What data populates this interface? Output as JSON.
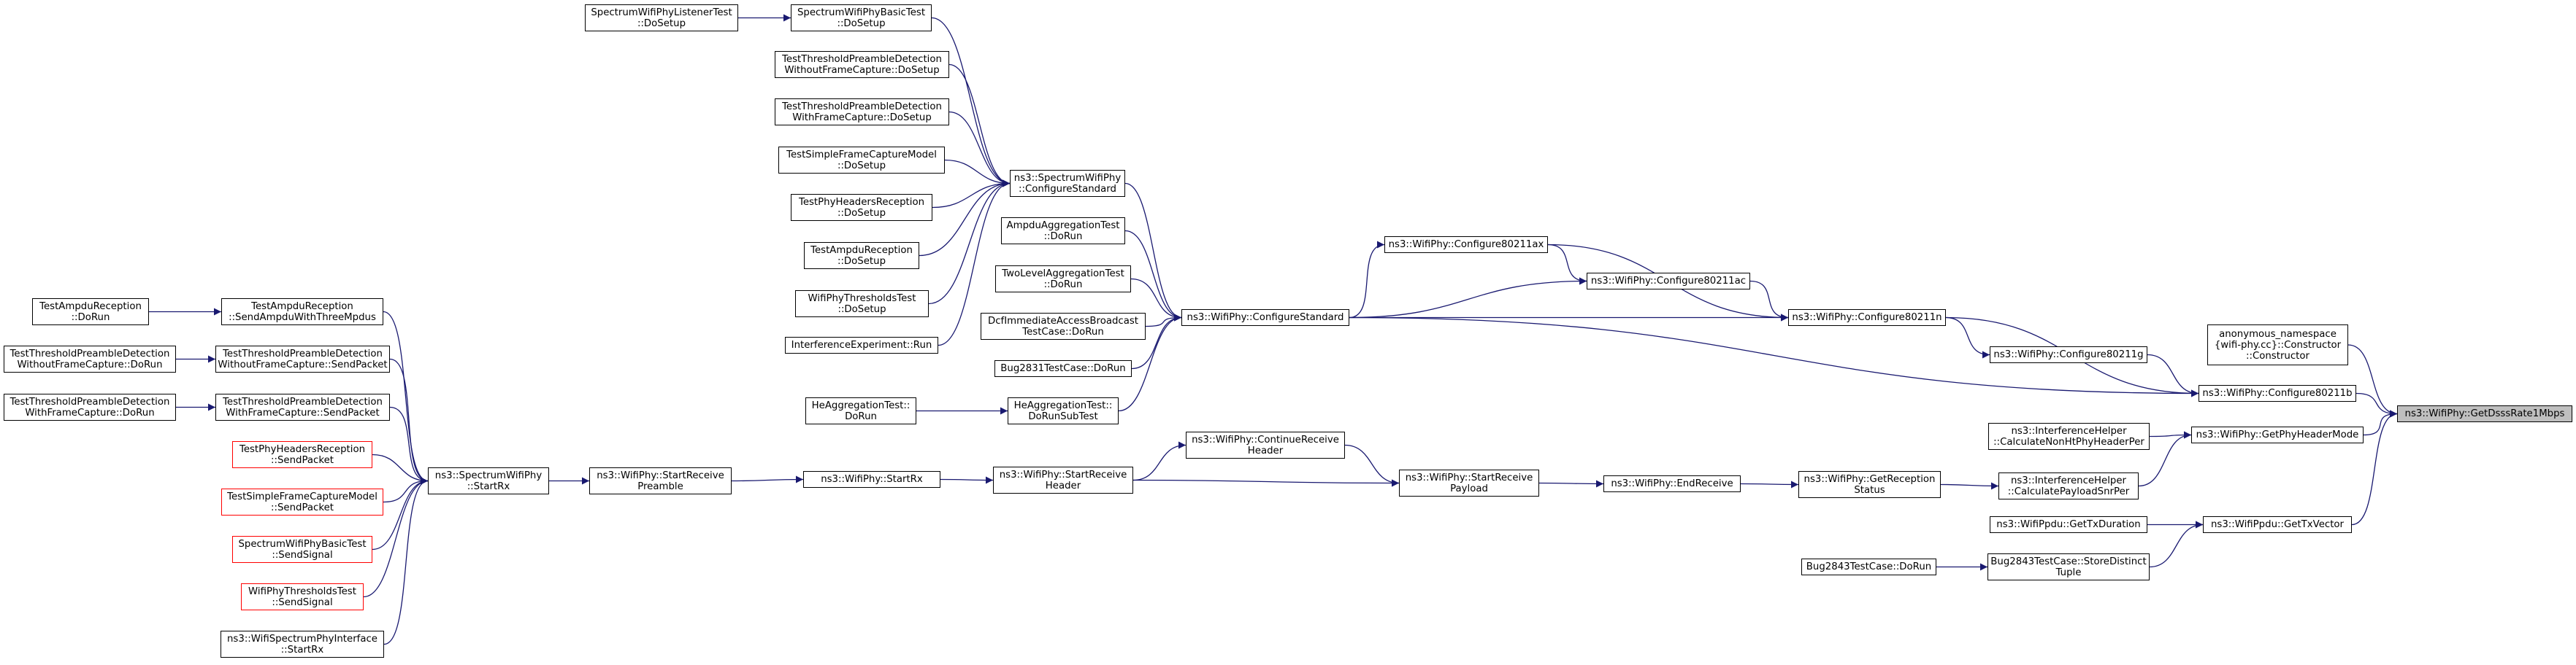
{
  "edge_color": "#191970",
  "root_fill": "#bfbfbf",
  "node_border": "#000000",
  "missing_border": "#ff0000",
  "nodes": {
    "root": "ns3::WifiPhy::GetDsssRate1Mbps",
    "anon_ctor": "anonymous_namespace\n{wifi-phy.cc}::Constructor\n::Constructor",
    "cfg11b": "ns3::WifiPhy::Configure80211b",
    "getPhyHeaderMode": "ns3::WifiPhy::GetPhyHeaderMode",
    "getTxVector": "ns3::WifiPpdu::GetTxVector",
    "cfg11n": "ns3::WifiPhy::Configure80211n",
    "cfg11g": "ns3::WifiPhy::Configure80211g",
    "cfgStd": "ns3::WifiPhy::ConfigureStandard",
    "calcNonHt": "ns3::InterferenceHelper\n::CalculateNonHtPhyHeaderPer",
    "calcPayload": "ns3::InterferenceHelper\n::CalculatePayloadSnrPer",
    "getTxDuration": "ns3::WifiPpdu::GetTxDuration",
    "storeTuple": "Bug2843TestCase::StoreDistinct\nTuple",
    "cfg11ac": "ns3::WifiPhy::Configure80211ac",
    "cfg11ax": "ns3::WifiPhy::Configure80211ax",
    "specCfgStd": "ns3::SpectrumWifiPhy\n::ConfigureStandard",
    "ampduAggTest": "AmpduAggregationTest\n::DoRun",
    "twoLevelAgg": "TwoLevelAggregationTest\n::DoRun",
    "dcfImmediate": "DcfImmediateAccessBroadcast\nTestCase::DoRun",
    "bug2831": "Bug2831TestCase::DoRun",
    "heAggRunSub": "HeAggregationTest::\nDoRunSubTest",
    "heAggRun": "HeAggregationTest::\nDoRun",
    "getRxStatus": "ns3::WifiPhy::GetReception\nStatus",
    "endRx": "ns3::WifiPhy::EndReceive",
    "startRxPayload": "ns3::WifiPhy::StartReceive\nPayload",
    "contRxHeader": "ns3::WifiPhy::ContinueReceive\nHeader",
    "startRxHeader": "ns3::WifiPhy::StartReceive\nHeader",
    "startRx": "ns3::WifiPhy::StartRx",
    "startRxPreamble": "ns3::WifiPhy::StartReceive\nPreamble",
    "specStartRx": "ns3::SpectrumWifiPhy\n::StartRx",
    "bug2843DoRun": "Bug2843TestCase::DoRun",
    "specBasicSetup": "SpectrumWifiPhyBasicTest\n::DoSetup",
    "specListenerSetup": "SpectrumWifiPhyListenerTest\n::DoSetup",
    "tpdWithoutSetup": "TestThresholdPreambleDetection\nWithoutFrameCapture::DoSetup",
    "tpdWithSetup": "TestThresholdPreambleDetection\nWithFrameCapture::DoSetup",
    "simpleFcSetup": "TestSimpleFrameCaptureModel\n::DoSetup",
    "phyHdrRxSetup": "TestPhyHeadersReception\n::DoSetup",
    "ampduRxSetup": "TestAmpduReception\n::DoSetup",
    "thresholdsSetup": "WifiPhyThresholdsTest\n::DoSetup",
    "interfRun": "InterferenceExperiment::Run",
    "ampduSend3": "TestAmpduReception\n::SendAmpduWithThreeMpdus",
    "ampduRxRun": "TestAmpduReception\n::DoRun",
    "tpdWithoutSend": "TestThresholdPreambleDetection\nWithoutFrameCapture::SendPacket",
    "tpdWithoutRun": "TestThresholdPreambleDetection\nWithoutFrameCapture::DoRun",
    "tpdWithSend": "TestThresholdPreambleDetection\nWithFrameCapture::SendPacket",
    "tpdWithRun": "TestThresholdPreambleDetection\nWithFrameCapture::DoRun",
    "phyHdrSend": "TestPhyHeadersReception\n::SendPacket",
    "simpleFcSend": "TestSimpleFrameCaptureModel\n::SendPacket",
    "specBasicSend": "SpectrumWifiPhyBasicTest\n::SendSignal",
    "thresholdsSend": "WifiPhyThresholdsTest\n::SendSignal",
    "spectrumIfStartRx": "ns3::WifiSpectrumPhyInterface\n::StartRx"
  },
  "edges": [
    [
      "anon_ctor",
      "root"
    ],
    [
      "cfg11b",
      "root"
    ],
    [
      "getPhyHeaderMode",
      "root"
    ],
    [
      "getTxVector",
      "root"
    ],
    [
      "cfg11n",
      "cfg11b"
    ],
    [
      "cfg11g",
      "cfg11b"
    ],
    [
      "cfgStd",
      "cfg11b"
    ],
    [
      "cfg11n",
      "cfg11g"
    ],
    [
      "cfg11ac",
      "cfg11n"
    ],
    [
      "cfg11ax",
      "cfg11n"
    ],
    [
      "cfgStd",
      "cfg11n"
    ],
    [
      "cfg11ax",
      "cfg11ac"
    ],
    [
      "cfgStd",
      "cfg11ac"
    ],
    [
      "cfgStd",
      "cfg11ax"
    ],
    [
      "specCfgStd",
      "cfgStd"
    ],
    [
      "ampduAggTest",
      "cfgStd"
    ],
    [
      "twoLevelAgg",
      "cfgStd"
    ],
    [
      "dcfImmediate",
      "cfgStd"
    ],
    [
      "bug2831",
      "cfgStd"
    ],
    [
      "heAggRunSub",
      "cfgStd"
    ],
    [
      "heAggRun",
      "heAggRunSub"
    ],
    [
      "specBasicSetup",
      "specCfgStd"
    ],
    [
      "specListenerSetup",
      "specBasicSetup"
    ],
    [
      "tpdWithoutSetup",
      "specCfgStd"
    ],
    [
      "tpdWithSetup",
      "specCfgStd"
    ],
    [
      "simpleFcSetup",
      "specCfgStd"
    ],
    [
      "phyHdrRxSetup",
      "specCfgStd"
    ],
    [
      "ampduRxSetup",
      "specCfgStd"
    ],
    [
      "thresholdsSetup",
      "specCfgStd"
    ],
    [
      "interfRun",
      "specCfgStd"
    ],
    [
      "calcNonHt",
      "getPhyHeaderMode"
    ],
    [
      "calcPayload",
      "getPhyHeaderMode"
    ],
    [
      "getRxStatus",
      "calcPayload"
    ],
    [
      "endRx",
      "getRxStatus"
    ],
    [
      "startRxPayload",
      "endRx"
    ],
    [
      "contRxHeader",
      "startRxPayload"
    ],
    [
      "startRxHeader",
      "startRxPayload"
    ],
    [
      "startRxHeader",
      "contRxHeader"
    ],
    [
      "startRx",
      "startRxHeader"
    ],
    [
      "startRxPreamble",
      "startRx"
    ],
    [
      "specStartRx",
      "startRxPreamble"
    ],
    [
      "ampduSend3",
      "specStartRx"
    ],
    [
      "tpdWithoutSend",
      "specStartRx"
    ],
    [
      "tpdWithSend",
      "specStartRx"
    ],
    [
      "phyHdrSend",
      "specStartRx"
    ],
    [
      "simpleFcSend",
      "specStartRx"
    ],
    [
      "specBasicSend",
      "specStartRx"
    ],
    [
      "thresholdsSend",
      "specStartRx"
    ],
    [
      "spectrumIfStartRx",
      "specStartRx"
    ],
    [
      "ampduRxRun",
      "ampduSend3"
    ],
    [
      "tpdWithoutRun",
      "tpdWithoutSend"
    ],
    [
      "tpdWithRun",
      "tpdWithSend"
    ],
    [
      "getTxDuration",
      "getTxVector"
    ],
    [
      "storeTuple",
      "getTxVector"
    ],
    [
      "bug2843DoRun",
      "storeTuple"
    ]
  ]
}
